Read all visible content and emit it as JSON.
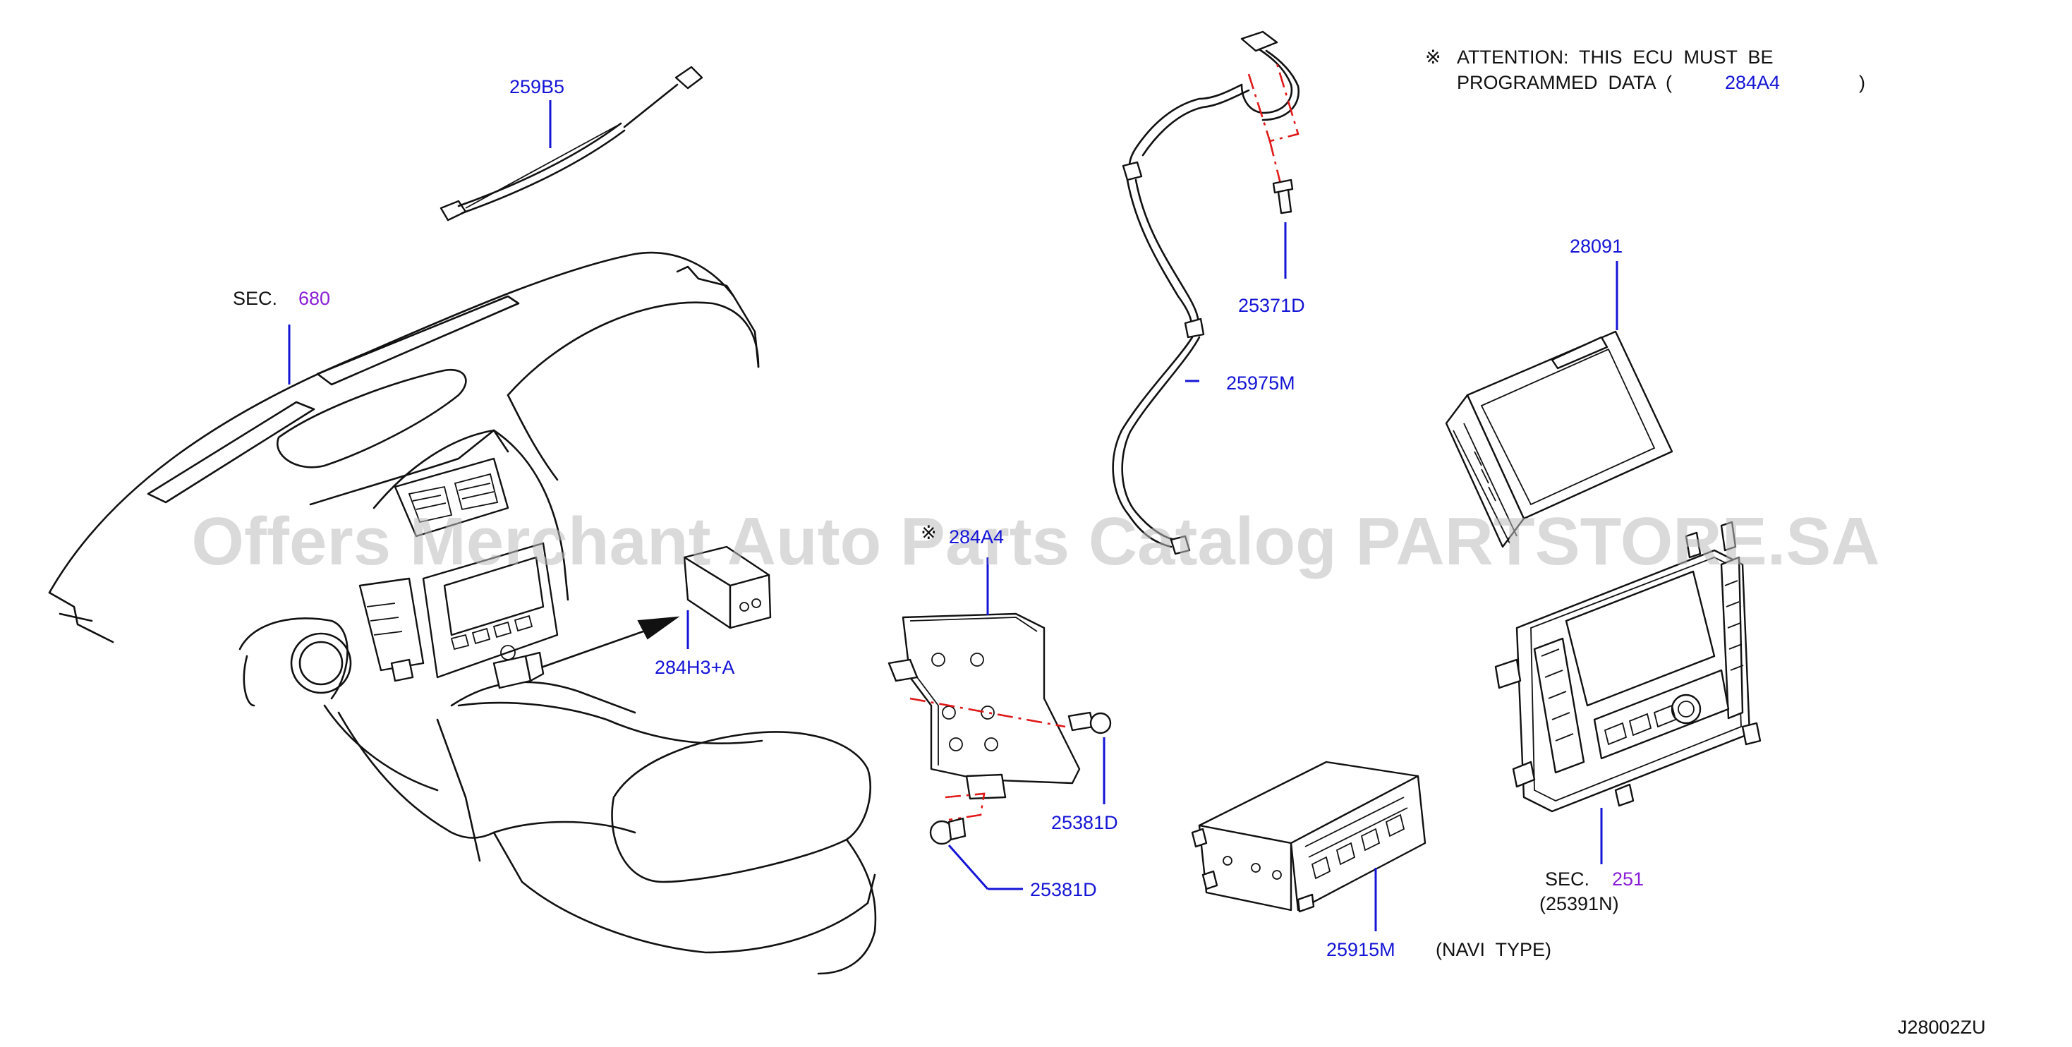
{
  "attention": {
    "mark": "※",
    "line1": "ATTENTION:  THIS  ECU  MUST  BE",
    "line2_prefix": "PROGRAMMED  DATA  (",
    "line2_part": "284A4",
    "line2_suffix": ")"
  },
  "labels": {
    "p259b5": "259B5",
    "sec680_prefix": "SEC.",
    "sec680_num": "680",
    "p25371d": "25371D",
    "p25975m": "25975M",
    "p28091": "28091",
    "p284h3a": "284H3+A",
    "p284a4_mark": "※",
    "p284a4": "284A4",
    "p25381d_a": "25381D",
    "p25381d_b": "25381D",
    "p25915m": "25915M",
    "navi_type": "(NAVI  TYPE)",
    "sec251_prefix": "SEC.",
    "sec251_num": "251",
    "p25391n": "(25391N)",
    "diagram_code": "J28002ZU"
  },
  "watermark": "Offers Merchant Auto Parts Catalog PARTSTORE.SA",
  "colors": {
    "part_label": "#1414d6",
    "section_ref": "#8a1fd6",
    "alignment_line": "#e01818",
    "linework": "#111111"
  }
}
